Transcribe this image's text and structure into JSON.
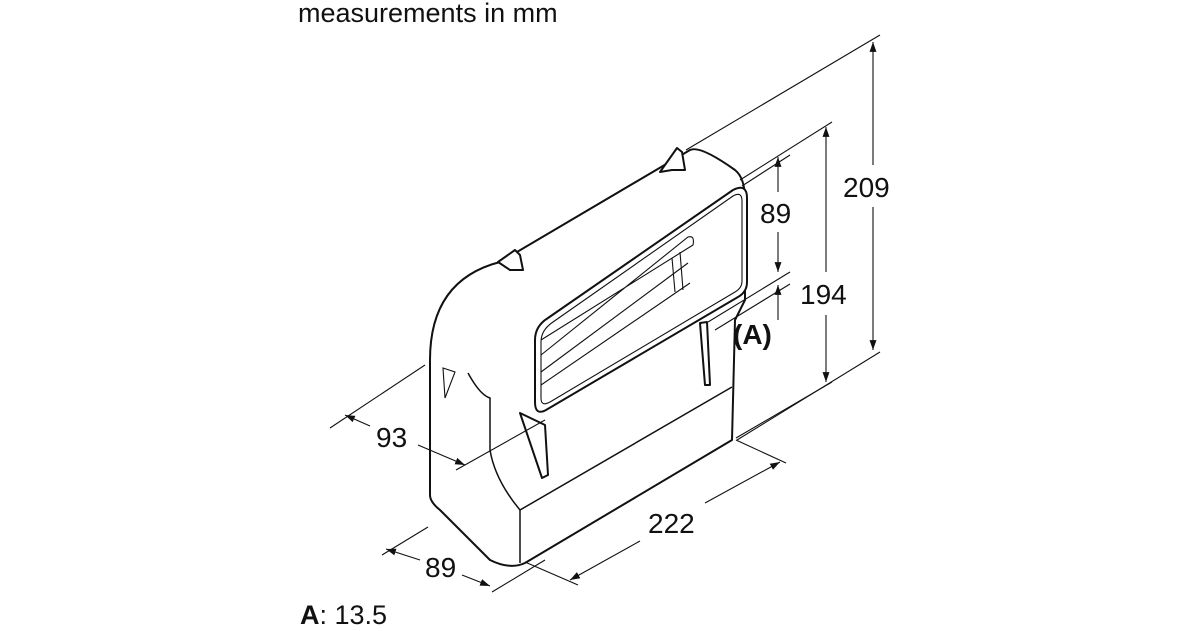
{
  "title": "measurements in mm",
  "dimensions": {
    "total_height": "209",
    "outlet_height_total": "194",
    "outlet_opening": "89",
    "offset_label": "(A)",
    "depth": "93",
    "width_bottom": "89",
    "length": "222"
  },
  "note": {
    "key": "A",
    "value": ": 13.5"
  }
}
